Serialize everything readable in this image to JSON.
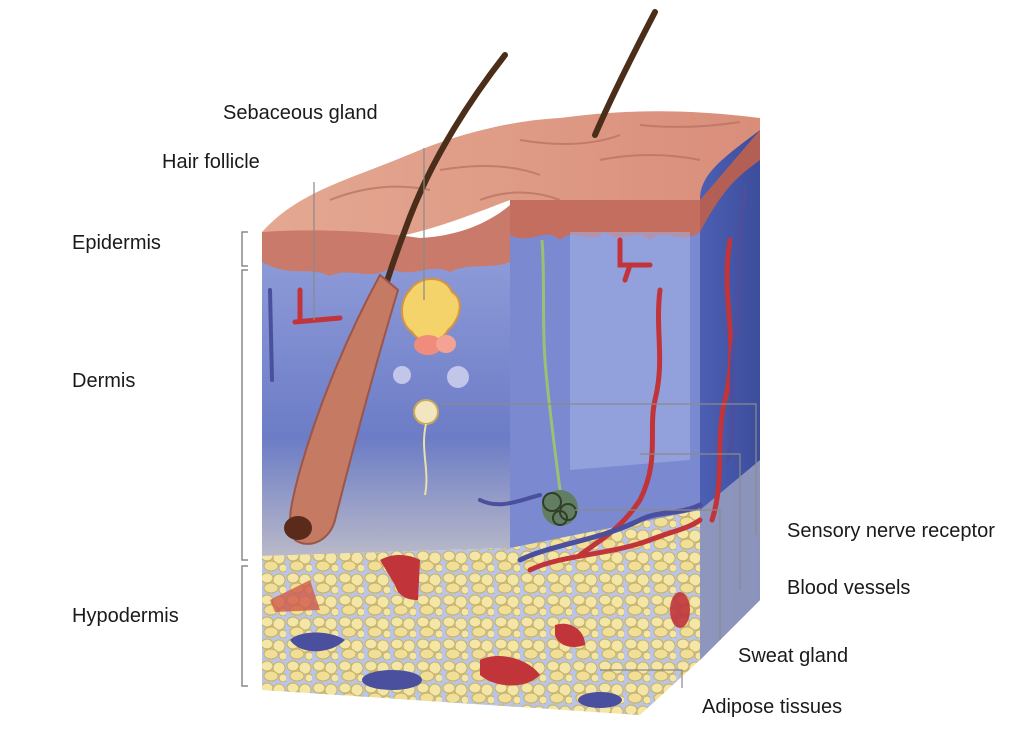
{
  "labels": {
    "sebaceous_gland": "Sebaceous gland",
    "hair_follicle": "Hair follicle",
    "epidermis": "Epidermis",
    "dermis": "Dermis",
    "hypodermis": "Hypodermis",
    "sensory_nerve_receptor": "Sensory nerve  receptor",
    "blood_vessels": "Blood vessels",
    "sweat_gland": "Sweat gland",
    "adipose_tissues": "Adipose tissues"
  },
  "colors": {
    "epidermis_surface": "#d9917c",
    "epidermis_dark": "#b86a5c",
    "dermis_blue": "#6f80c9",
    "dermis_light": "#a8b4e4",
    "fat_yellow": "#f2e29a",
    "fat_outline": "#c9b460",
    "vessel_red": "#c0343a",
    "vessel_blue": "#4a4f9e",
    "hair": "#5a3a22",
    "leader_line": "#8a8a8a"
  }
}
